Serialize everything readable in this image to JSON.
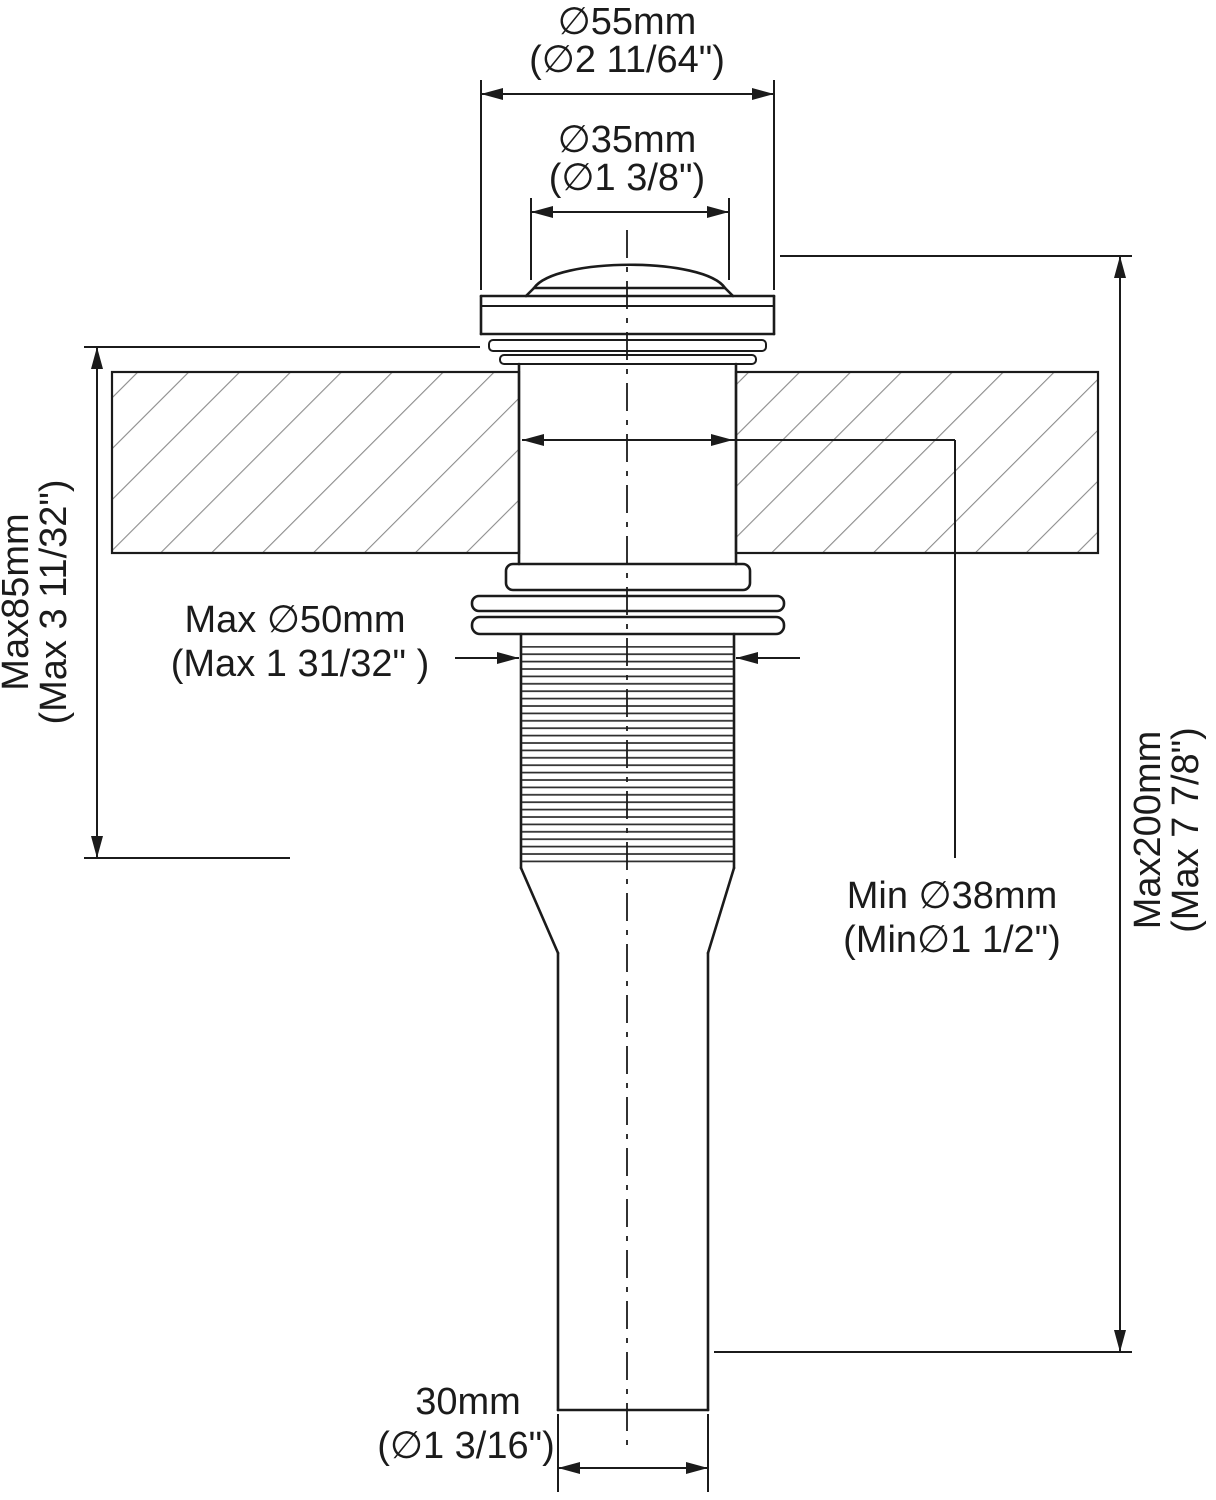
{
  "diagram": {
    "kind": "technical-dimension-drawing",
    "subject": "Pop-up bathroom sink drain with overflow mounting dimensions",
    "colors": {
      "line": "#1b1b1b",
      "hatch": "#8c8c8c",
      "background": "#ffffff"
    },
    "labels": {
      "top_diameter": {
        "metric": "∅55mm",
        "imperial": "(∅2 11/64\")"
      },
      "cap_diameter": {
        "metric": "∅35mm",
        "imperial": "(∅1 3/8\")"
      },
      "deck_max_thickness": {
        "metric": "Max85mm",
        "imperial": "(Max 3 11/32\")"
      },
      "hole_max_diameter": {
        "metric": "Max ∅50mm",
        "imperial": "(Max 1 31/32\" )"
      },
      "pipe_min_diameter": {
        "metric": "Min ∅38mm",
        "imperial": "(Min∅1 1/2\")"
      },
      "overall_max_length": {
        "metric": "Max200mm",
        "imperial": "(Max 7 7/8\")"
      },
      "tailpiece_diameter": {
        "metric": "30mm",
        "imperial": "(∅1 3/16\")"
      }
    }
  }
}
